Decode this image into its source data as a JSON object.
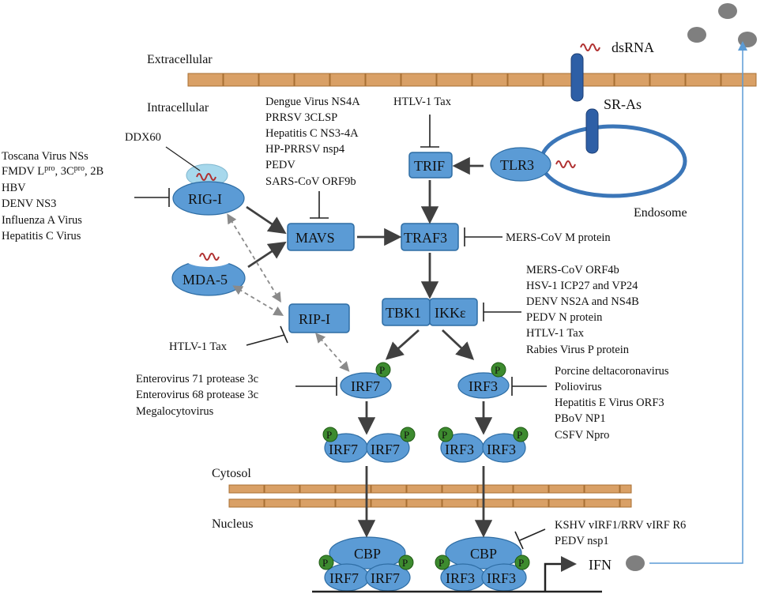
{
  "regions": {
    "extracellular": "Extracellular",
    "intracellular": "Intracellular",
    "endosome": "Endosome",
    "cytosol": "Cytosol",
    "nucleus": "Nucleus"
  },
  "nodes": {
    "dsrna": "dsRNA",
    "sr_as": "SR-As",
    "tlr3": "TLR3",
    "trif": "TRIF",
    "traf3": "TRAF3",
    "mavs": "MAVS",
    "rig_i": "RIG-I",
    "ddx60": "DDX60",
    "mda5": "MDA-5",
    "rip_i": "RIP-I",
    "tbk1": "TBK1",
    "ikke": "IKKε",
    "irf7": "IRF7",
    "irf3": "IRF3",
    "cbp": "CBP",
    "ifn": "IFN",
    "p": "P"
  },
  "inhibitors": {
    "rig_i": {
      "toscana": "Toscana Virus NSs",
      "fmdv_a": "FMDV L",
      "fmdv_pro1": "pro",
      "fmdv_b": ", 3C",
      "fmdv_pro2": "pro",
      "fmdv_c": ", 2B",
      "hbv": "HBV",
      "denv": "DENV NS3",
      "flu": "Influenza A Virus",
      "hcv": "Hepatitis C Virus"
    },
    "mavs": [
      "Dengue Virus NS4A",
      "PRRSV 3CLSP",
      "Hepatitis C NS3-4A",
      "HP-PRRSV nsp4",
      "PEDV",
      "SARS-CoV ORF9b"
    ],
    "trif": [
      "HTLV-1 Tax"
    ],
    "traf3": [
      "MERS-CoV M protein"
    ],
    "tbk1": [
      "MERS-CoV ORF4b",
      "HSV-1 ICP27 and VP24",
      "DENV NS2A and NS4B",
      "PEDV N protein",
      "HTLV-1 Tax",
      "Rabies Virus P protein"
    ],
    "rip_i": [
      "HTLV-1 Tax"
    ],
    "irf7": [
      "Enterovirus 71 protease 3c",
      "Enterovirus 68 protease 3c",
      "Megalocytovirus"
    ],
    "irf3": [
      "Porcine deltacoronavirus",
      "Poliovirus",
      "Hepatitis E Virus ORF3",
      "PBoV NP1",
      "CSFV Npro"
    ],
    "nuclear": [
      "KSHV vIRF1/RRV vIRF R6",
      "PEDV nsp1"
    ]
  },
  "colors": {
    "node_fill": "#5b9bd5",
    "node_stroke": "#2e6da4",
    "membrane": "#d9a066",
    "phospho": "#3d8b2f",
    "ifn_particle": "#7f7f7f",
    "secretion_line": "#5b9bd5"
  }
}
